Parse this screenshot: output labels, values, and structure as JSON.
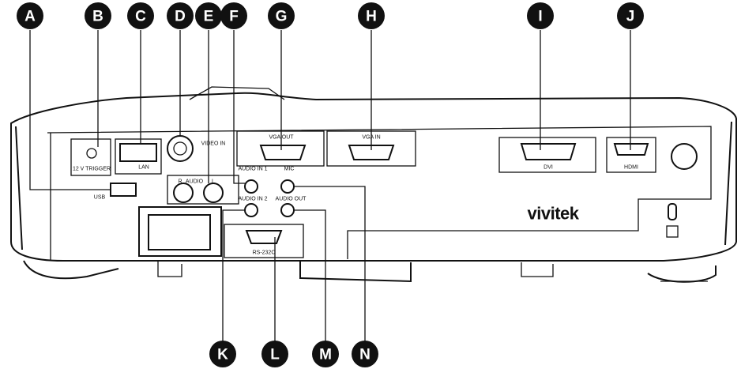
{
  "callouts": [
    {
      "letter": "A"
    },
    {
      "letter": "B"
    },
    {
      "letter": "C"
    },
    {
      "letter": "D"
    },
    {
      "letter": "E"
    },
    {
      "letter": "F"
    },
    {
      "letter": "G"
    },
    {
      "letter": "H"
    },
    {
      "letter": "I"
    },
    {
      "letter": "J"
    },
    {
      "letter": "K"
    },
    {
      "letter": "L"
    },
    {
      "letter": "M"
    },
    {
      "letter": "N"
    }
  ],
  "ports": {
    "trigger": "12 V TRIGGER",
    "lan": "LAN",
    "video_in": "VIDEO IN",
    "audio": "AUDIO",
    "audio_r": "R",
    "audio_l": "L",
    "usb": "USB",
    "audio_in_1": "AUDIO IN 1",
    "audio_in_2": "AUDIO IN 2",
    "mic": "MIC",
    "audio_out": "AUDIO OUT",
    "vga_out": "VGA OUT",
    "vga_in": "VGA IN",
    "rs232": "RS-232C",
    "dvi": "DVI",
    "hdmi": "HDMI"
  },
  "brand": "vivitek",
  "colors": {
    "ink": "#111111",
    "callout_fill": "#111111",
    "background": "#ffffff"
  }
}
